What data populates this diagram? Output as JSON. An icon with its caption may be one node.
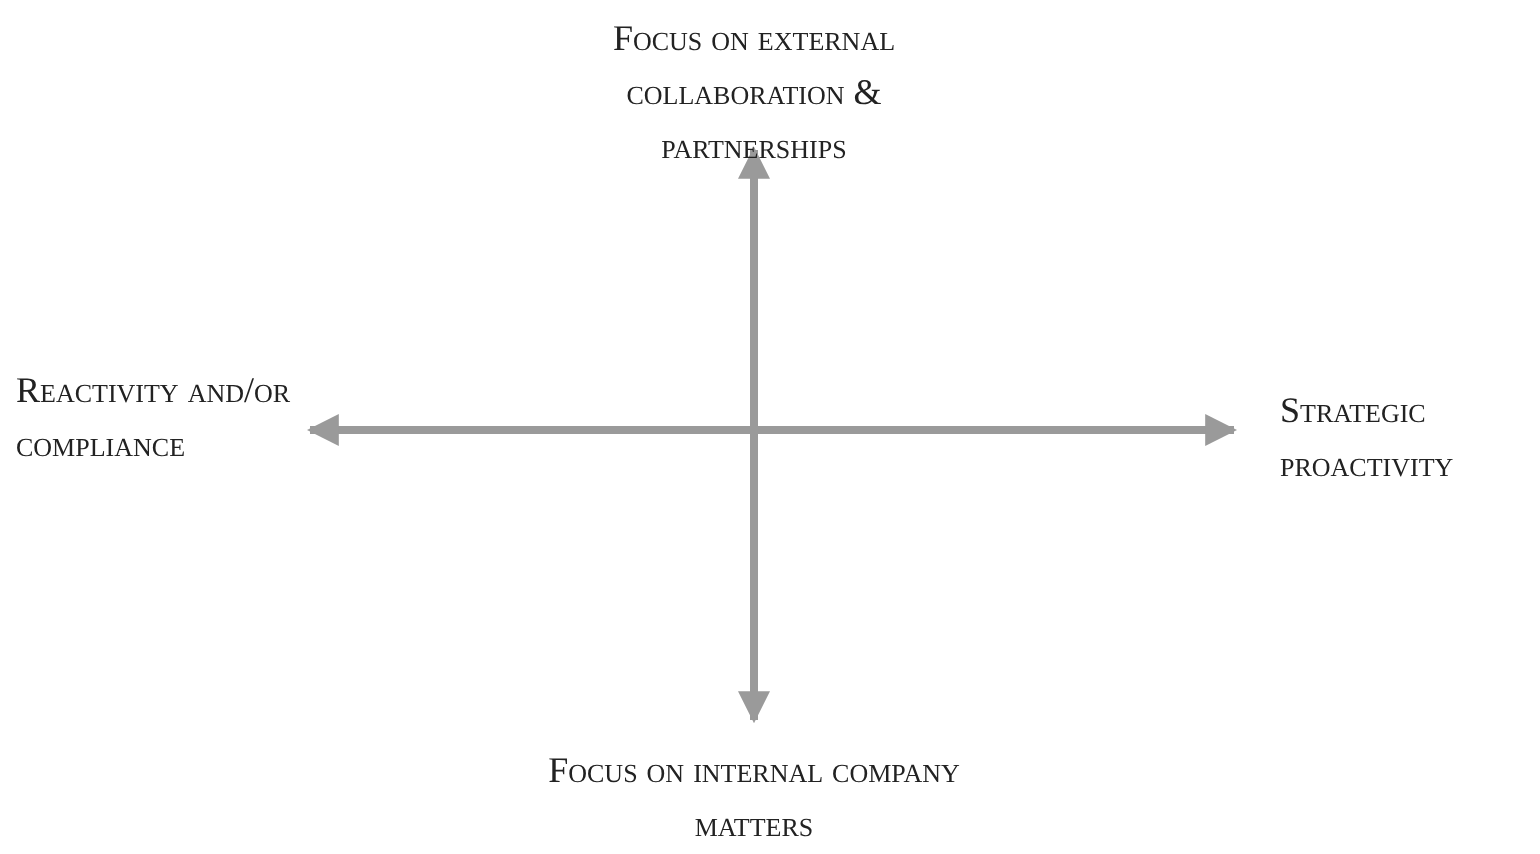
{
  "diagram": {
    "labels": [
      "Focus on external collaboration & partnerships",
      "Reactivity and/or compliance",
      "Strategic proactivity",
      "Focus on internal company matters"
    ]
  }
}
